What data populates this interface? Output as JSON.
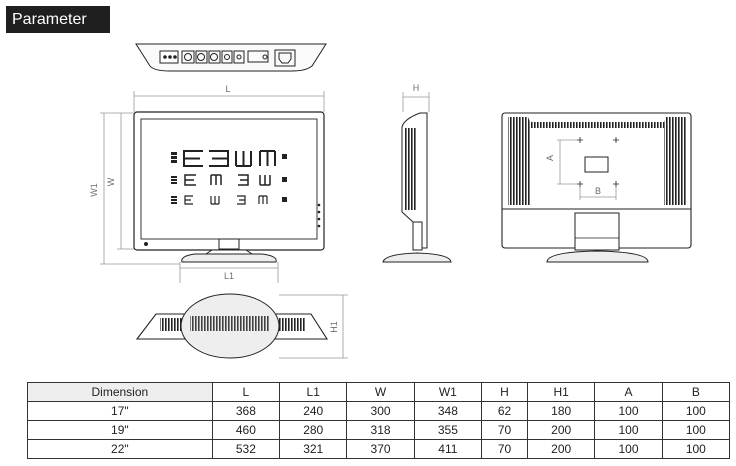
{
  "header": {
    "title": "Parameter"
  },
  "labels": {
    "L": "L",
    "L1": "L1",
    "W": "W",
    "W1": "W1",
    "H": "H",
    "H1": "H1",
    "A": "A",
    "B": "B"
  },
  "table": {
    "columns": [
      "Dimension",
      "L",
      "L1",
      "W",
      "W1",
      "H",
      "H1",
      "A",
      "B"
    ],
    "rows": [
      [
        "17\"",
        "368",
        "240",
        "300",
        "348",
        "62",
        "180",
        "100",
        "100"
      ],
      [
        "19\"",
        "460",
        "280",
        "318",
        "355",
        "70",
        "200",
        "100",
        "100"
      ],
      [
        "22\"",
        "532",
        "321",
        "370",
        "411",
        "70",
        "200",
        "100",
        "100"
      ]
    ]
  }
}
